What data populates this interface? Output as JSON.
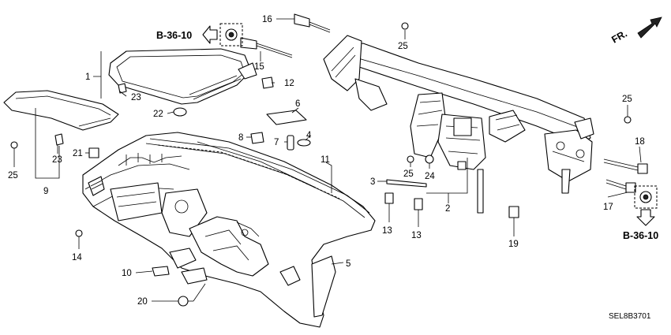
{
  "diagram": {
    "callouts": [
      "1",
      "2",
      "3",
      "4",
      "5",
      "6",
      "7",
      "8",
      "9",
      "10",
      "11",
      "12",
      "13",
      "13",
      "14",
      "15",
      "16",
      "17",
      "18",
      "19",
      "20",
      "21",
      "22",
      "23",
      "23",
      "24",
      "25",
      "25",
      "25",
      "25"
    ],
    "references": [
      "B-36-10",
      "B-36-10"
    ],
    "direction_label": "FR.",
    "diagram_code": "SEL8B3701"
  }
}
